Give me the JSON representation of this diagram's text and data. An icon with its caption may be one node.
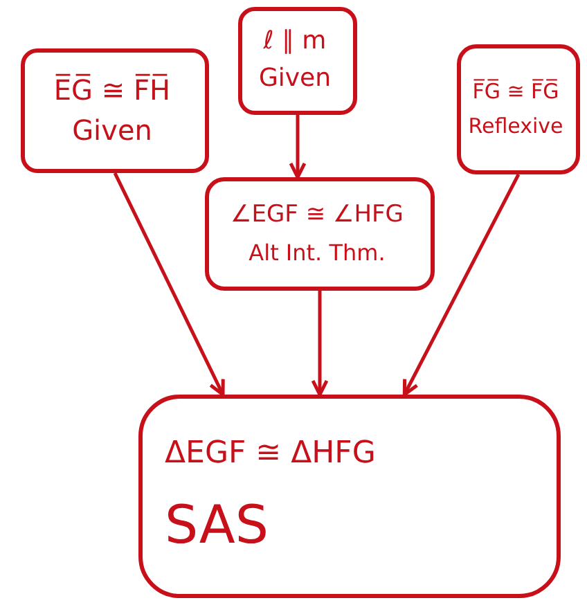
{
  "diagram": {
    "nodes": [
      {
        "text": [
          "E̅G̅ ≅ F̅H̅",
          "Given"
        ]
      },
      {
        "text": [
          "ℓ ∥ m",
          "Given"
        ]
      },
      {
        "text": [
          "F̅G̅ ≅ F̅G̅",
          "Reflexive"
        ]
      },
      {
        "text": [
          "∠EGF ≅ ∠HFG",
          "Alt Int. Thm."
        ]
      },
      {
        "text": [
          "ΔEGF ≅ ΔHFG",
          "SAS"
        ]
      }
    ],
    "edges": [
      {
        "from": 0,
        "to": 4,
        "arrow": "to"
      },
      {
        "from": 1,
        "to": 3,
        "arrow": "to"
      },
      {
        "from": 2,
        "to": 4,
        "arrow": "to"
      },
      {
        "from": 3,
        "to": 4,
        "arrow": "to"
      }
    ]
  }
}
